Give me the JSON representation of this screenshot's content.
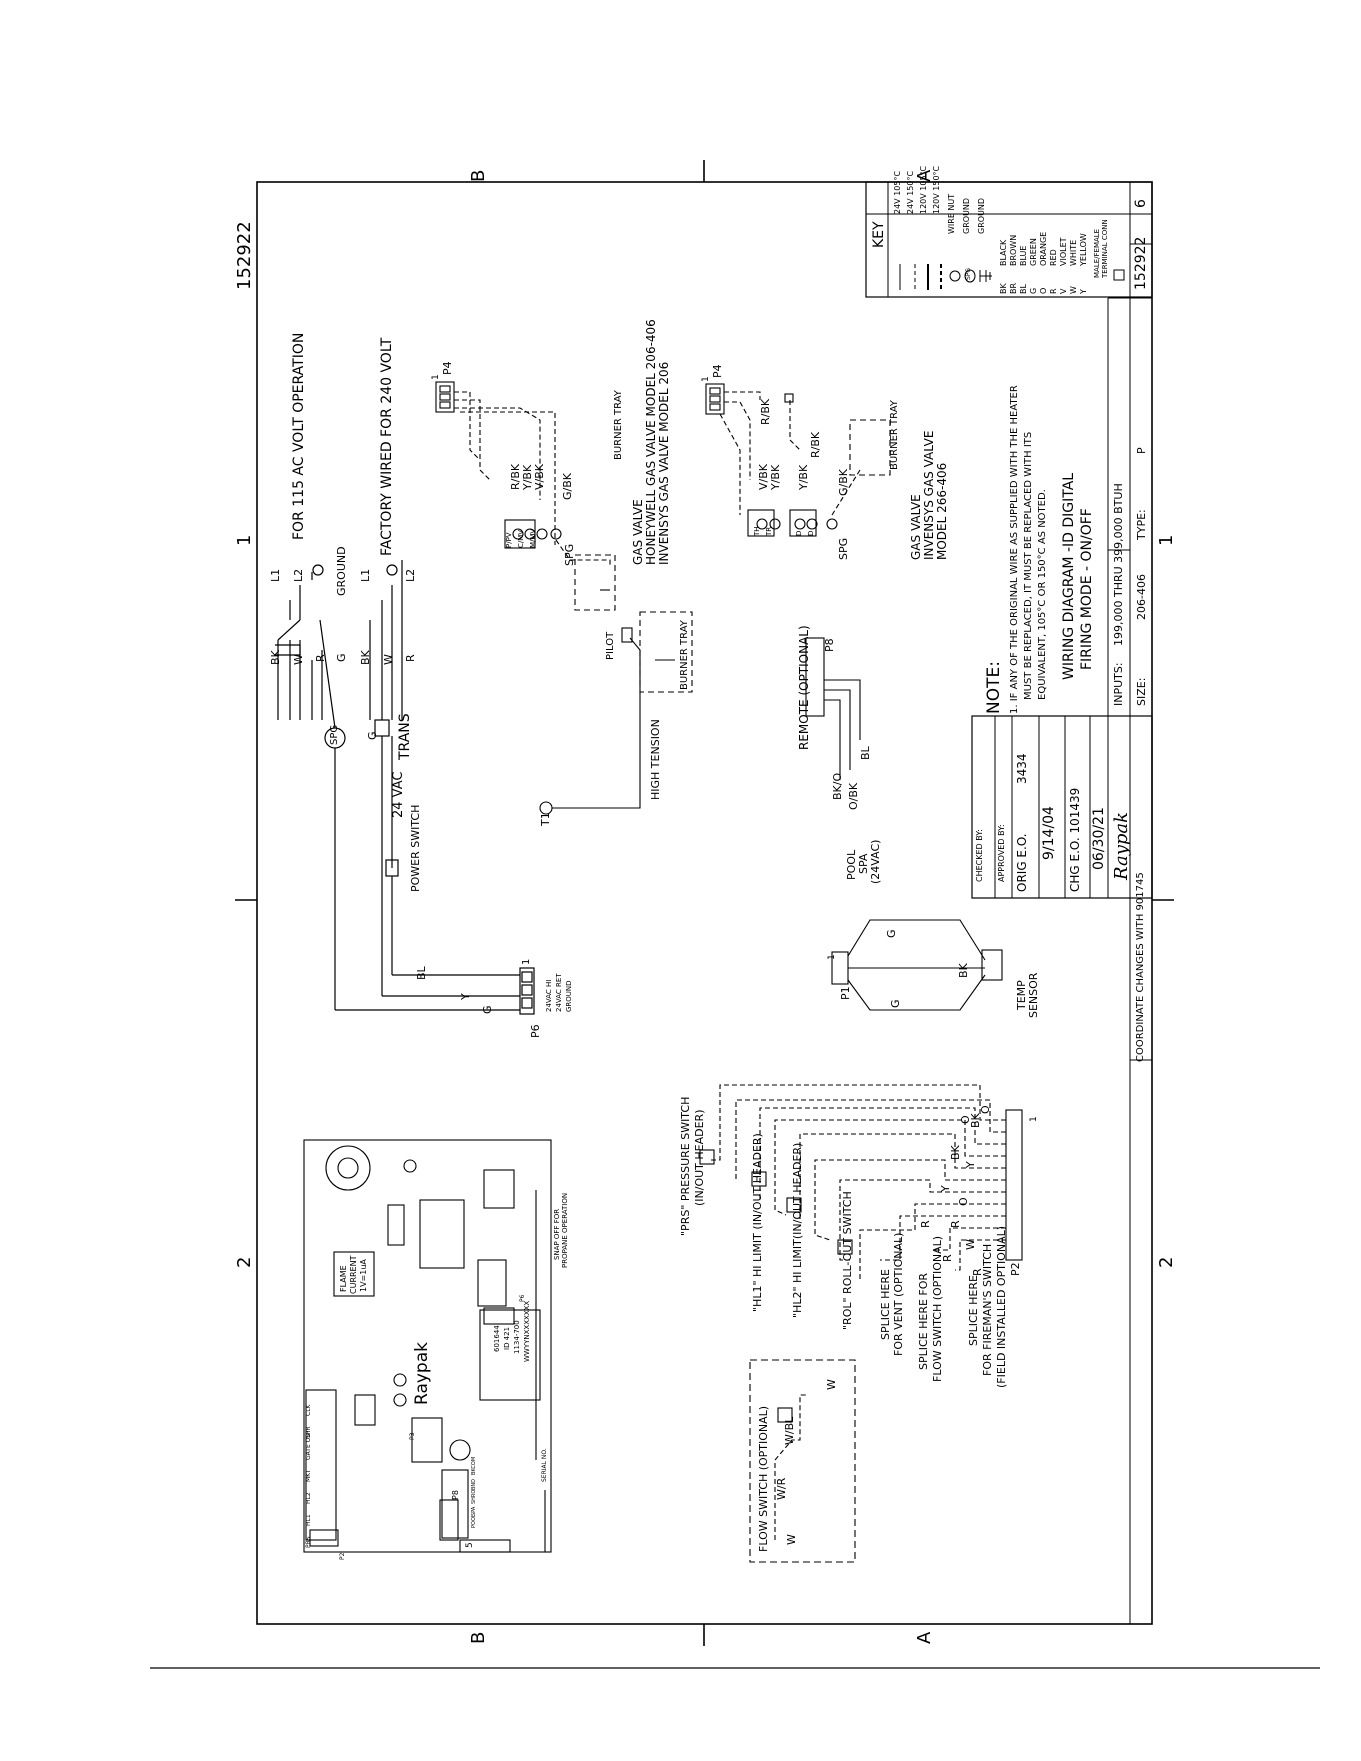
{
  "doc_number": "152922",
  "border": {
    "zone_b": "B",
    "zone_a": "A",
    "zone_1": "1",
    "zone_2": "2"
  },
  "power": {
    "title_115": "FOR 115 AC VOLT OPERATION",
    "title_240": "FACTORY WIRED FOR 240 VOLT",
    "wires_115": [
      "BK",
      "W",
      "R",
      "G"
    ],
    "terms_115": [
      "L1",
      "L2",
      "GROUND"
    ],
    "wires_240": [
      "BK",
      "W",
      "R"
    ],
    "terms_240": [
      "L1",
      "L2"
    ],
    "spg": "SPG",
    "g": "G",
    "vac": "24 VAC",
    "trans": "TRANS",
    "power_switch": "POWER SWITCH",
    "bl": "BL",
    "y": "Y",
    "g2": "G",
    "p6": "P6",
    "p6_pins": [
      "24VAC HI",
      "24VAC RET",
      "GROUND"
    ],
    "one": "1"
  },
  "gas_valve_1": {
    "p4": "P4",
    "one": "1",
    "wires": [
      "R/BK",
      "Y/BK",
      "V/BK",
      "G/BK"
    ],
    "pins": [
      "P/PV",
      "C/MV",
      "M/MV"
    ],
    "nums": [
      "1",
      "2",
      "3",
      "4"
    ],
    "spg": "SPG",
    "burner_tray": "BURNER TRAY",
    "label": [
      "GAS VALVE",
      "HONEYWELL GAS VALVE MODEL 206-406",
      "INVENSYS GAS VALVE MODEL 206"
    ]
  },
  "gas_valve_2": {
    "p4": "P4",
    "one": "1",
    "wires": [
      "V/BK",
      "Y/BK",
      "Y/BK",
      "R/BK",
      "G/BK",
      "R/BK"
    ],
    "pins": [
      "TH",
      "TR",
      "D",
      "D"
    ],
    "nums": [
      "1",
      "2",
      "3",
      "4",
      "5"
    ],
    "spg": "SPG",
    "burner_tray": "BURNER TRAY",
    "label": [
      "GAS VALVE",
      "INVENSYS GAS VALVE",
      "MODEL 266-406"
    ]
  },
  "pilot": {
    "t1": "T1",
    "high_tension": "HIGH TENSION",
    "pilot": "PILOT",
    "burner_tray": "BURNER TRAY"
  },
  "remote": {
    "title": "REMOTE (OPTIONAL)",
    "p8": "P8",
    "wires": [
      "BK/O",
      "O/BK",
      "BL"
    ],
    "pool": "POOL",
    "spa": "SPA",
    "vac": "(24VAC)"
  },
  "temp": {
    "p1": "P1",
    "one": "1",
    "wires": [
      "G",
      "BK",
      "G"
    ],
    "label": [
      "TEMP",
      "SENSOR"
    ]
  },
  "safety": {
    "prs": [
      "\"PRS\" PRESSURE SWITCH",
      "(IN/OUT HEADER)"
    ],
    "hl1": "\"HL1\" HI LIMIT (IN/OUT HEADER)",
    "hl2": "\"HL2\" HI LIMIT(IN/OUT HEADER)",
    "rol": "\"ROL\" ROLL-OUT SWITCH",
    "splice_vent": [
      "SPLICE HERE",
      "FOR VENT (OPTIONAL)"
    ],
    "splice_flow": [
      "SPLICE HERE FOR",
      "FLOW SWITCH (OPTIONAL)"
    ],
    "splice_fire": [
      "SPLICE HERE",
      "FOR FIREMAN'S SWITCH",
      "(FIELD INSTALLED OPTIONAL)"
    ],
    "wires": [
      "O",
      "BK",
      "O",
      "BK",
      "Y",
      "Y",
      "O",
      "R",
      "R",
      "W",
      "R",
      "R"
    ],
    "p2": "P2",
    "one": "1"
  },
  "flow_switch": {
    "title": "FLOW SWITCH (OPTIONAL)",
    "wires": [
      "W/R",
      "W/BL",
      "W",
      "W"
    ]
  },
  "board": {
    "brand": "Raypak",
    "flame": [
      "FLAME",
      "CURRENT",
      "1V=1uA"
    ],
    "chip": [
      "601644",
      "ID 421",
      "1134-700",
      "WWYYNXXXXXXX"
    ],
    "snap": [
      "SNAP OFF FOR",
      "PROPANE OPERATION"
    ],
    "pins": [
      "PRS",
      "HL1",
      "HL2",
      "MKT",
      "GATE OUT",
      "SPR",
      "CLK"
    ],
    "p2": "P2",
    "p8": "P8",
    "p8_pins": [
      "BKCOM",
      "BND",
      "SHRO",
      "SPA",
      "POOL"
    ],
    "p6": "P6",
    "p3": "P3",
    "serial": "SERIAL NO.",
    "p5": "5"
  },
  "key": {
    "title": "KEY",
    "lines": [
      "24V 105°C",
      "24V 150°C",
      "120V 105°C",
      "120V 150°C",
      "WIRE NUT",
      "GROUND",
      "GROUND"
    ],
    "colors": [
      [
        "BK",
        "BLACK"
      ],
      [
        "BR",
        "BROWN"
      ],
      [
        "BL",
        "BLUE"
      ],
      [
        "G",
        "GREEN"
      ],
      [
        "O",
        "ORANGE"
      ],
      [
        "R",
        "RED"
      ],
      [
        "V",
        "VIOLET"
      ],
      [
        "W",
        "WHITE"
      ],
      [
        "Y",
        "YELLOW"
      ]
    ],
    "conn": [
      "MALE/FEMALE",
      "TERMINAL CONN"
    ],
    "spg": "SPG"
  },
  "note": {
    "title": "NOTE:",
    "lines": [
      "1. IF ANY OF THE ORIGINAL WIRE AS SUPPLIED WITH THE HEATER",
      "MUST BE REPLACED, IT MUST BE REPLACED WITH ITS",
      "EQUIVALENT, 105°C OR 150°C AS NOTED."
    ]
  },
  "title_block": {
    "checked": "CHECKED BY:",
    "approved": "APPROVED BY:",
    "orig": "ORIG E.O.",
    "orig_no": "3434",
    "orig_date": "9/14/04",
    "chg": "CHG E.O. 101439",
    "chg_date": "06/30/21",
    "logo": "Raypak",
    "title1": "WIRING DIAGRAM -ID DIGITAL",
    "title2": "FIRING MODE - ON/OFF",
    "inputs_label": "INPUTS:",
    "inputs": "199,000 THRU 399,000 BTUH",
    "size_label": "SIZE:",
    "size": "206-406",
    "type_label": "TYPE:",
    "type": "P",
    "dwg": "152922",
    "rev": "6",
    "coord": "COORDINATE CHANGES WITH 901745"
  }
}
